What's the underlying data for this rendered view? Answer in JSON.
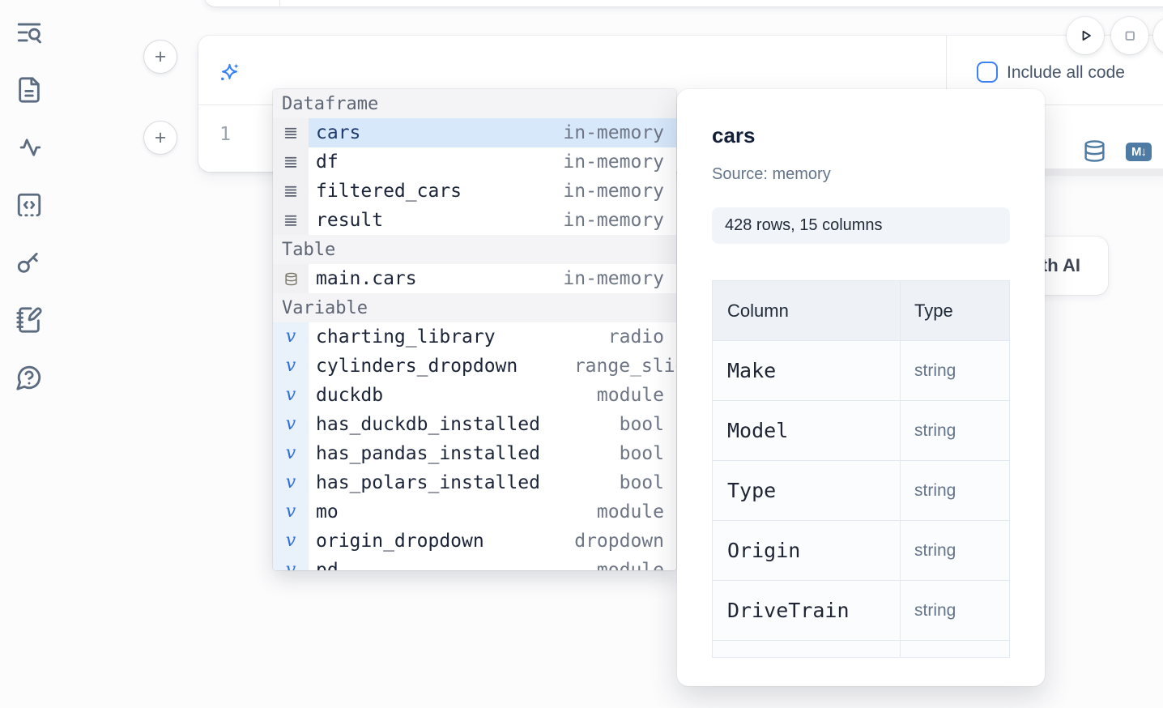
{
  "sidebar": {
    "icons": [
      "toc-search-icon",
      "file-text-icon",
      "activity-icon",
      "code-cell-icon",
      "key-icon",
      "notebook-pen-icon",
      "help-chat-icon"
    ]
  },
  "add_cell": {
    "plus_label": "+"
  },
  "ai_cell": {
    "prompt_value": "@",
    "include_all_code_label": "Include all code",
    "checkbox_checked": false
  },
  "code_cell": {
    "line_number": "1",
    "markdown_badge_label": "M↓"
  },
  "autocomplete": {
    "sections": [
      {
        "label": "Dataframe",
        "icon": "menu-icon",
        "items": [
          {
            "name": "cars",
            "detail": "in-memory",
            "selected": true
          },
          {
            "name": "df",
            "detail": "in-memory"
          },
          {
            "name": "filtered_cars",
            "detail": "in-memory"
          },
          {
            "name": "result",
            "detail": "in-memory"
          }
        ]
      },
      {
        "label": "Table",
        "icon": "database-icon",
        "items": [
          {
            "name": "main.cars",
            "detail": "in-memory"
          }
        ]
      },
      {
        "label": "Variable",
        "icon": "variable-icon",
        "items": [
          {
            "name": "charting_library",
            "detail": "radio"
          },
          {
            "name": "cylinders_dropdown",
            "detail": "range_slider",
            "overflow": true
          },
          {
            "name": "duckdb",
            "detail": "module"
          },
          {
            "name": "has_duckdb_installed",
            "detail": "bool"
          },
          {
            "name": "has_pandas_installed",
            "detail": "bool"
          },
          {
            "name": "has_polars_installed",
            "detail": "bool"
          },
          {
            "name": "mo",
            "detail": "module"
          },
          {
            "name": "origin_dropdown",
            "detail": "dropdown"
          },
          {
            "name": "pd",
            "detail": "module"
          }
        ]
      }
    ]
  },
  "preview": {
    "title": "cars",
    "source": "Source: memory",
    "shape": "428 rows, 15 columns",
    "schema": {
      "headers": [
        "Column",
        "Type"
      ],
      "rows": [
        [
          "Make",
          "string"
        ],
        [
          "Model",
          "string"
        ],
        [
          "Type",
          "string"
        ],
        [
          "Origin",
          "string"
        ],
        [
          "DriveTrain",
          "string"
        ]
      ]
    }
  },
  "generate_ai": {
    "label": "Generate with AI"
  },
  "colors": {
    "accent": "#3b82f6",
    "steel_blue": "#4d7ba3",
    "selection_bg": "#d7e8fb",
    "selection_text": "#1e3a6e",
    "icon_slate": "#5b6b80"
  }
}
